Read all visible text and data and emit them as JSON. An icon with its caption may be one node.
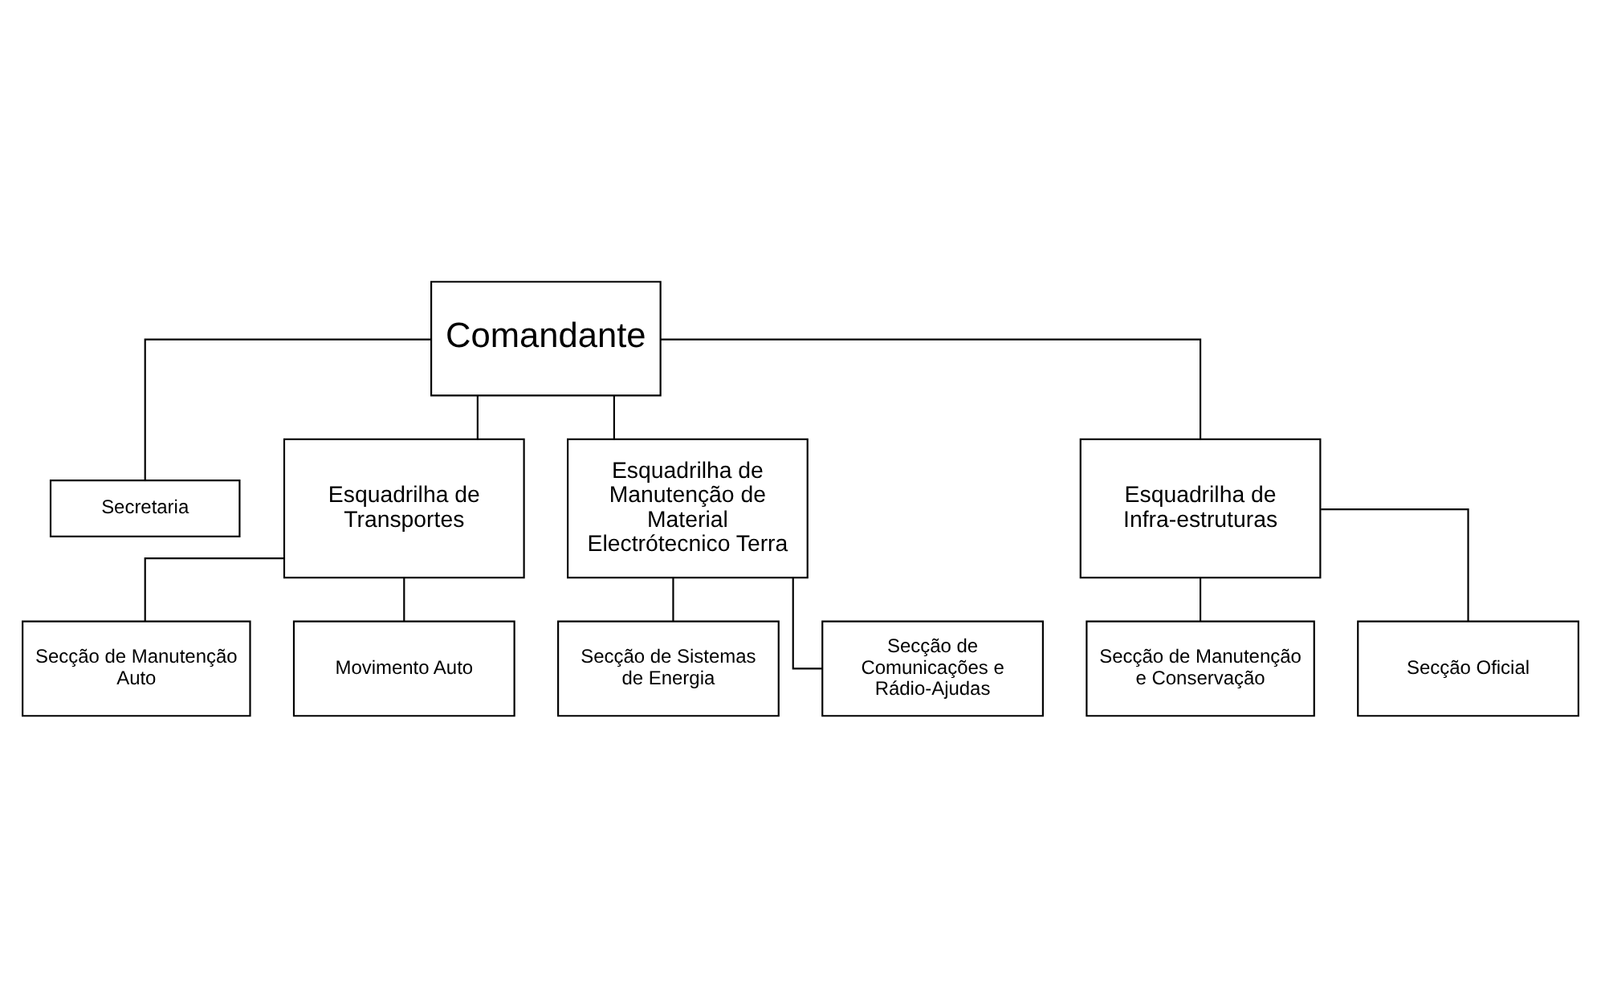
{
  "diagram": {
    "nodes": [
      {
        "text": [
          "Comandante"
        ]
      },
      {
        "text": [
          "Secretaria"
        ]
      },
      {
        "text": [
          "Esquadrilha de Transportes"
        ]
      },
      {
        "text": [
          "Esquadrilha de Manutenção de Material Electrótecnico Terra"
        ]
      },
      {
        "text": [
          "Esquadrilha de Infra-estruturas"
        ]
      },
      {
        "text": [
          "Secção de Manutenção Auto"
        ]
      },
      {
        "text": [
          "Movimento Auto"
        ]
      },
      {
        "text": [
          "Secção de Sistemas de Energia"
        ]
      },
      {
        "text": [
          "Secção de Comunicações e Rádio-Ajudas"
        ]
      },
      {
        "text": [
          "Secção de Manutenção e Conservação"
        ]
      },
      {
        "text": [
          "Secção Oficial"
        ]
      }
    ],
    "edges": [
      {
        "from": 0,
        "to": 1,
        "arrow": "none"
      },
      {
        "from": 0,
        "to": 2,
        "arrow": "none"
      },
      {
        "from": 0,
        "to": 3,
        "arrow": "none"
      },
      {
        "from": 0,
        "to": 4,
        "arrow": "none"
      },
      {
        "from": 2,
        "to": 5,
        "arrow": "none"
      },
      {
        "from": 2,
        "to": 6,
        "arrow": "none"
      },
      {
        "from": 3,
        "to": 7,
        "arrow": "none"
      },
      {
        "from": 3,
        "to": 8,
        "arrow": "none"
      },
      {
        "from": 4,
        "to": 9,
        "arrow": "none"
      },
      {
        "from": 4,
        "to": 10,
        "arrow": "none"
      }
    ]
  }
}
